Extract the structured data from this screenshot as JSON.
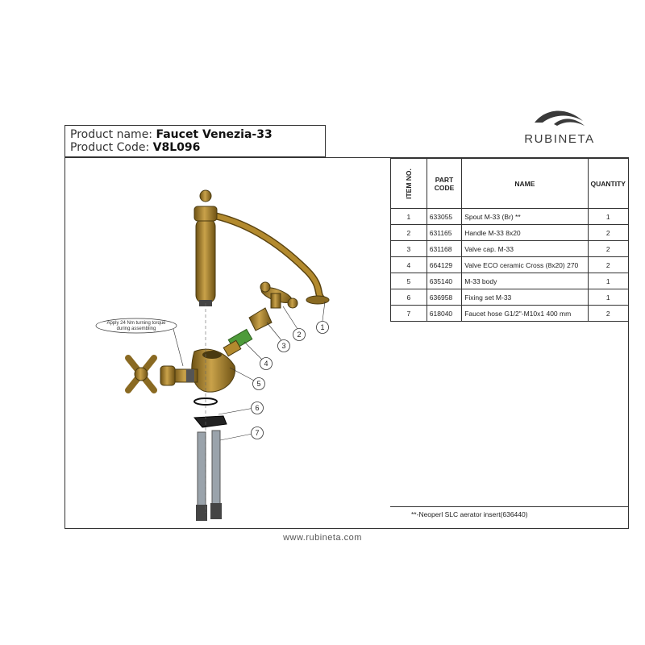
{
  "product": {
    "name_label": "Product name:",
    "name_value": "Faucet Venezia-33",
    "code_label": "Product Code:",
    "code_value": "V8L096"
  },
  "brand": {
    "name": "RUBINETA",
    "accent": "#3a3a3a"
  },
  "table": {
    "headers": [
      "ITEM NO.",
      "PART CODE",
      "NAME",
      "QUANTITY"
    ],
    "rows": [
      {
        "item": "1",
        "code": "633055",
        "name": "Spout M-33 (Br) **",
        "qty": "1"
      },
      {
        "item": "2",
        "code": "631165",
        "name": "Handle M-33 8x20",
        "qty": "2"
      },
      {
        "item": "3",
        "code": "631168",
        "name": "Valve cap. M-33",
        "qty": "2"
      },
      {
        "item": "4",
        "code": "664129",
        "name": "Valve ECO ceramic  Cross (8x20) 270",
        "qty": "2"
      },
      {
        "item": "5",
        "code": "635140",
        "name": "M-33 body",
        "qty": "1"
      },
      {
        "item": "6",
        "code": "636958",
        "name": "Fixing set M-33",
        "qty": "1"
      },
      {
        "item": "7",
        "code": "618040",
        "name": "Faucet hose G1/2\"-M10x1 400 mm",
        "qty": "2"
      }
    ]
  },
  "note": "**-Neoperl SLC aerator insert(636440)",
  "callout": {
    "line1": "Apply 24 Nm turning torque",
    "line2": "during assembling"
  },
  "balloons": [
    "1",
    "2",
    "3",
    "4",
    "5",
    "6",
    "7"
  ],
  "footer": "www.rubineta.com",
  "colors": {
    "brass": "#b38a2e",
    "brass_dark": "#6e5214",
    "line": "#333333"
  }
}
